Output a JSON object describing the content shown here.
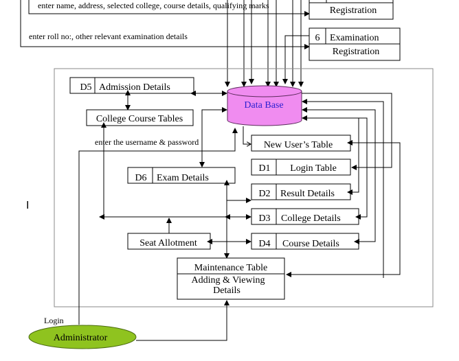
{
  "diagram": {
    "title": "Data Flow Diagram - Administrator",
    "colors": {
      "database_fill": "#f08cf0",
      "database_text": "#2a1fd0",
      "actor_fill": "#8fc31f",
      "frame": "#8a8a8a"
    },
    "top_labels": {
      "registration_flow": "enter name, address, selected college, course details, qualifying marks",
      "exam_flow": "enter roll no:, other relevant examination details"
    },
    "processes": [
      {
        "id": "",
        "title": "",
        "subtitle": "Registration"
      },
      {
        "id": "6",
        "title": "Examination",
        "subtitle": "Registration"
      }
    ],
    "database": {
      "label": "Data Base"
    },
    "stores": {
      "d5": {
        "id": "D5",
        "label": "Admission Details"
      },
      "d6": {
        "id": "D6",
        "label": "Exam Details"
      },
      "d1": {
        "id": "D1",
        "label": "Login Table"
      },
      "d2": {
        "id": "D2",
        "label": "Result Details"
      },
      "d3": {
        "id": "D3",
        "label": "College Details"
      },
      "d4": {
        "id": "D4",
        "label": "Course Details"
      }
    },
    "entities": {
      "college_course": "College Course Tables",
      "new_user": "New User’s Table",
      "seat_allotment": "Seat Allotment",
      "maintenance_title": "Maintenance Table",
      "maintenance_line1": "Adding & Viewing",
      "maintenance_line2": "Details"
    },
    "flow_labels": {
      "credentials": "enter the username & password",
      "login": "Login"
    },
    "actor": {
      "label": "Administrator"
    },
    "cursor_glyph": "I"
  }
}
